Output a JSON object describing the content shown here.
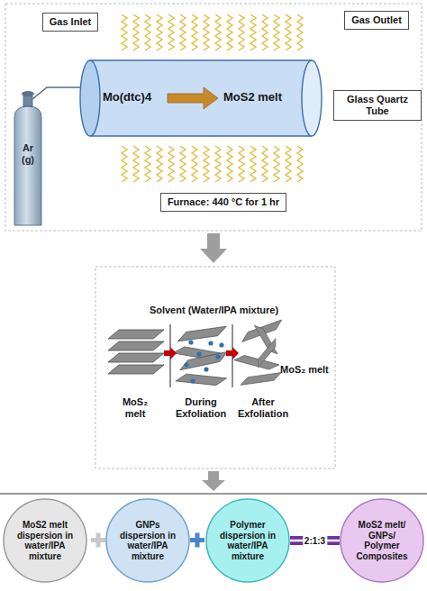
{
  "diagram": {
    "nodes": [
      {
        "text": [
          "Gas Inlet"
        ]
      },
      {
        "text": [
          "Gas Outlet"
        ]
      },
      {
        "text": [
          "Mo(dtc)4",
          "MoS2 melt"
        ]
      },
      {
        "text": [
          "Glass Quartz Tube"
        ]
      },
      {
        "text": [
          "Furnace: 440 °C for 1 hr"
        ]
      },
      {
        "text": [
          "MoS2 melt dispersion in water/IPA mixture"
        ]
      },
      {
        "text": [
          "GNPs dispersion in water/IPA mixture"
        ]
      },
      {
        "text": [
          "Polymer dispersion in water/IPA mixture"
        ]
      },
      {
        "text": [
          "MoS2 melt/ GNPs/ Polymer Composites"
        ]
      }
    ],
    "edges": [
      {
        "from": 7,
        "to": 8,
        "arrow": "none",
        "label": "2:1:3"
      }
    ],
    "labels": [
      "Ar (g)",
      "Solvent (Water/IPA mixture)",
      "MoS₂ melt",
      "During Exfoliation",
      "After Exfoliation",
      "MoS₂ melt"
    ]
  }
}
